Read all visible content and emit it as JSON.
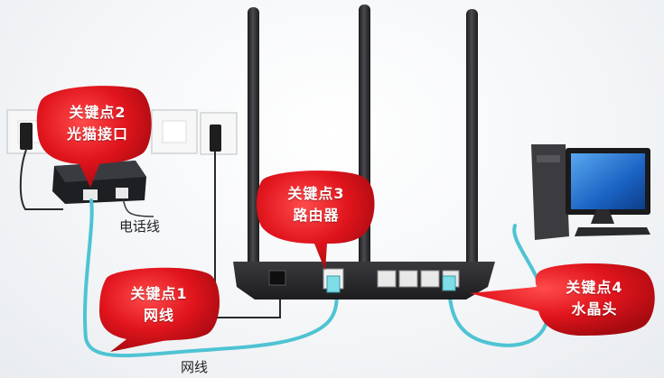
{
  "callouts": [
    {
      "line1": "关键点2",
      "line2": "光猫接口"
    },
    {
      "line1": "关键点3",
      "line2": "路由器"
    },
    {
      "line1": "关键点1",
      "line2": "网线"
    },
    {
      "line1": "关键点4",
      "line2": "水晶头"
    }
  ],
  "labels": {
    "phone_line": "电话线",
    "network_cable": "网线"
  },
  "colors": {
    "callout_red": "#e0141c",
    "cable_cyan": "#4ec3d3",
    "router_body": "#2b2b2e"
  }
}
